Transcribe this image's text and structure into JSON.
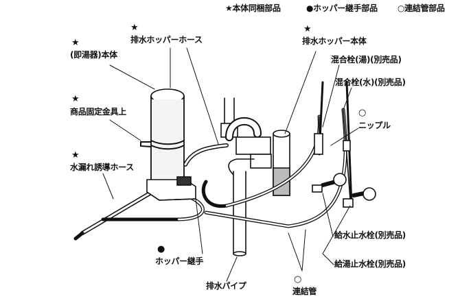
{
  "legend": {
    "star": "★本体同梱部品",
    "dot": "●ホッパー継手部品",
    "circle": "○連結管部品"
  },
  "marks": {
    "star": "★",
    "dot": "●",
    "circle": "○"
  },
  "labels": {
    "water_heater_body": "(即湯器)本体",
    "drain_hopper_hose": "排水ホッパーホース",
    "fixing_bracket_upper": "商品固定金具上",
    "leak_guide_hose": "水漏れ誘導ホース",
    "drain_hopper_body": "排水ホッパー本体",
    "mixer_hot": "混合栓(湯)(別売品)",
    "mixer_cold": "混合栓(水)(別売品)",
    "nipple": "ニップル",
    "hopper_joint": "ホッパー継手",
    "supply_stop_valve": "給水止水栓(別売品)",
    "hot_stop_valve": "給湯止水栓(別売品)",
    "drain_pipe": "排水パイプ",
    "connecting_pipe": "連結管"
  }
}
